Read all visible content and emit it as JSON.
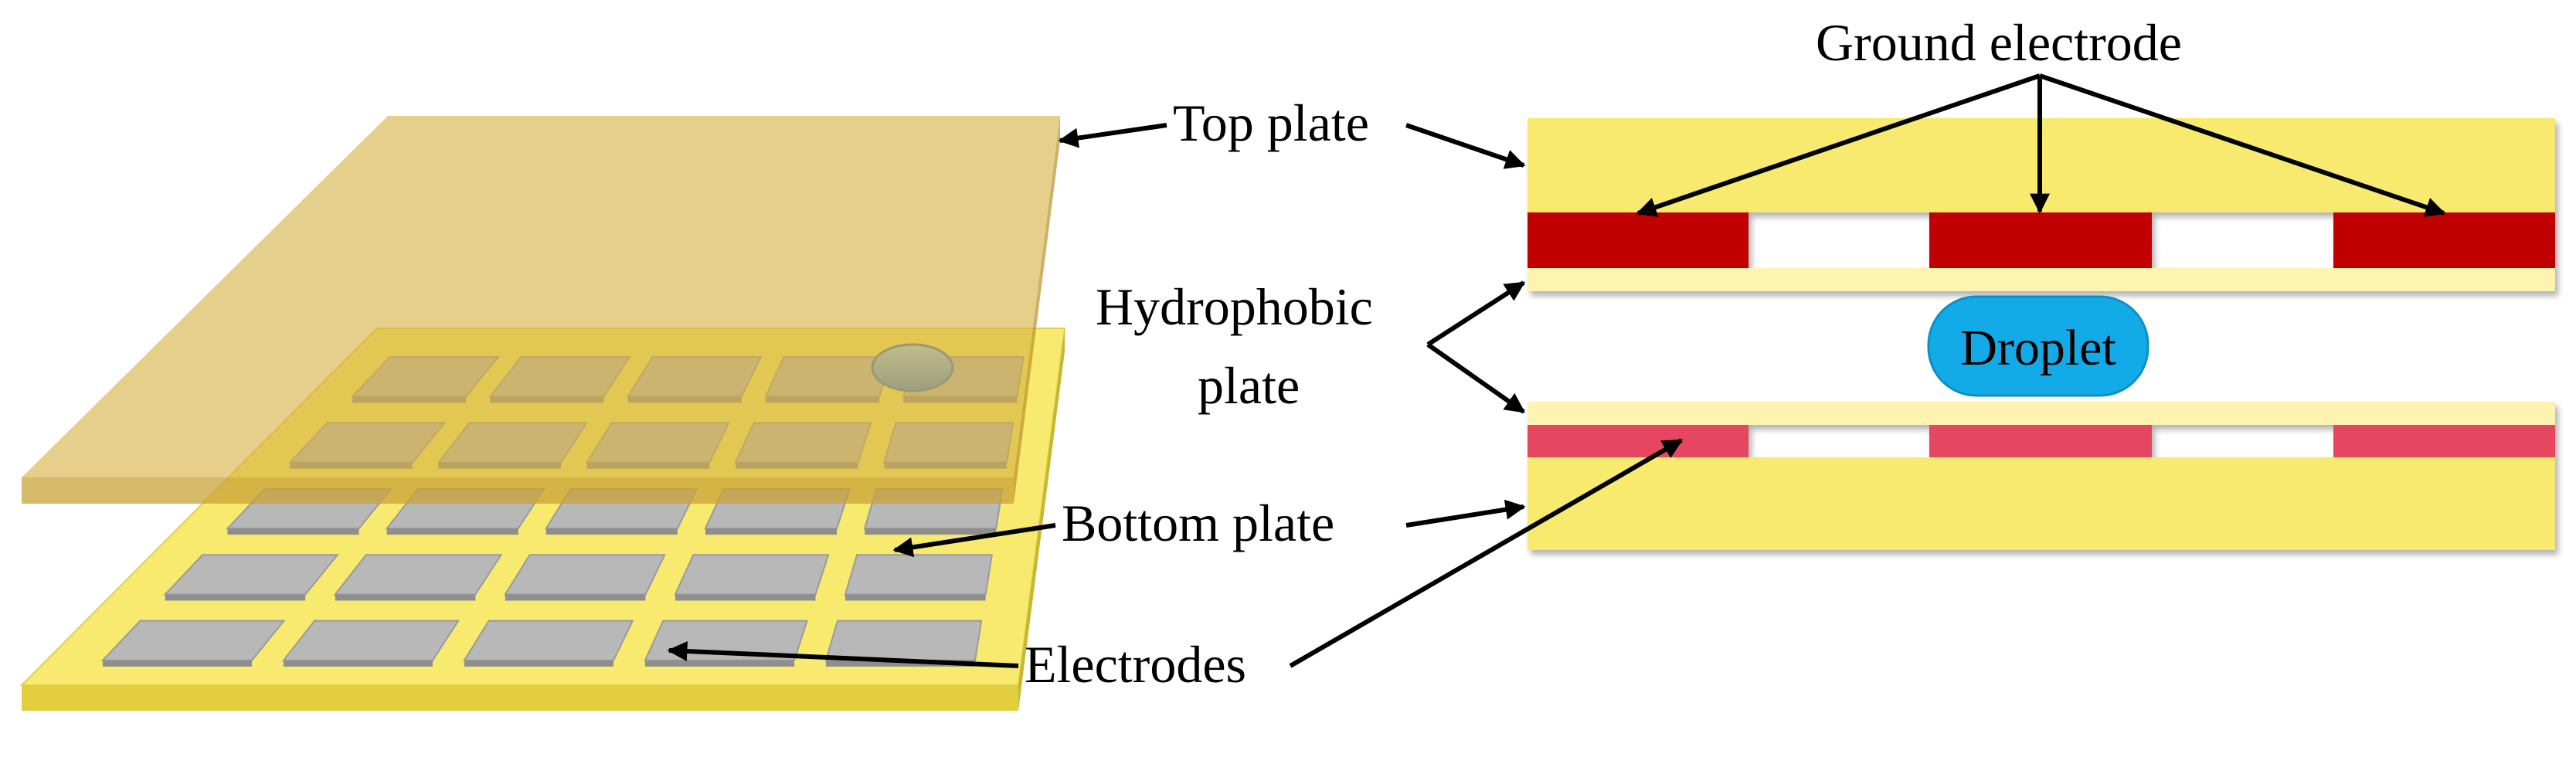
{
  "labels": {
    "top_plate": "Top plate",
    "ground_electrode": "Ground electrode",
    "hydrophobic_line1": "Hydrophobic",
    "hydrophobic_line2": "plate",
    "bottom_plate": "Bottom plate",
    "electrodes": "Electrodes",
    "droplet": "Droplet"
  },
  "colors": {
    "plate_yellow": "#F7EA6E",
    "plate_yellow_light": "#FCF4B0",
    "top_plate_translucent": "#D7B242",
    "ground_electrode_red": "#C00000",
    "bottom_electrode_red": "#E4465F",
    "electrode_gray": "#B8B8B8",
    "droplet_blue": "#13ABE7"
  },
  "electrode_grid": {
    "rows": 5,
    "columns": 5
  }
}
